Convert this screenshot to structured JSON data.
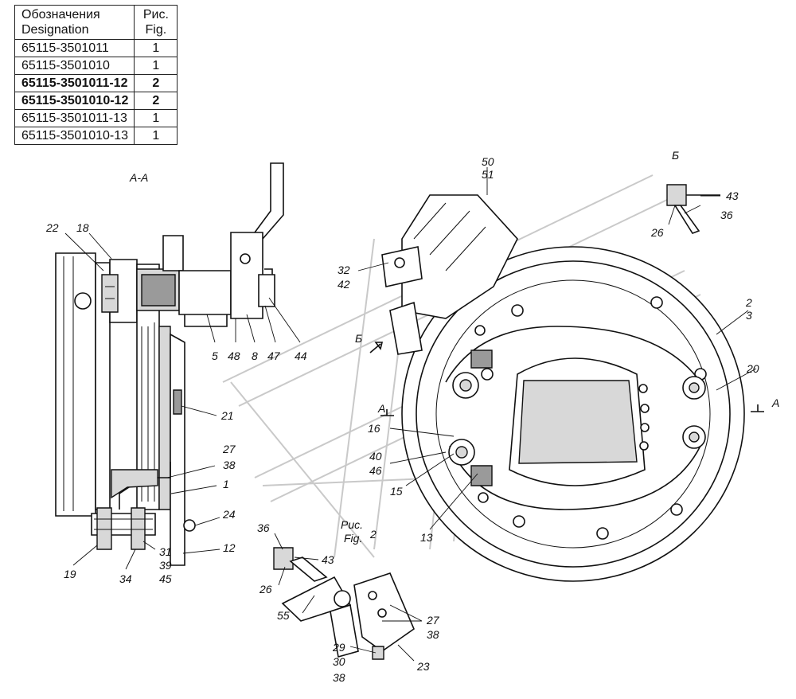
{
  "table": {
    "header": {
      "designation": "Обозначения\nDesignation",
      "fig": "Рис.\nFig."
    },
    "rows": [
      {
        "designation": "65115-3501011",
        "fig": "1",
        "bold": false
      },
      {
        "designation": "65115-3501010",
        "fig": "1",
        "bold": false
      },
      {
        "designation": "65115-3501011-12",
        "fig": "2",
        "bold": true
      },
      {
        "designation": "65115-3501010-12",
        "fig": "2",
        "bold": true
      },
      {
        "designation": "65115-3501011-13",
        "fig": "1",
        "bold": false
      },
      {
        "designation": "65115-3501010-13",
        "fig": "1",
        "bold": false
      }
    ]
  },
  "views": {
    "section_aa": "А-А",
    "view_b": "Б",
    "view_b_arrow": "Б",
    "cut_a_left": "А",
    "cut_a_right": "А",
    "fig_label_ru": "Рис.",
    "fig_label_en": "Fig.",
    "fig_number": "2"
  },
  "callouts": {
    "c22": "22",
    "c18": "18",
    "c5": "5",
    "c48": "48",
    "c8": "8",
    "c47": "47",
    "c44": "44",
    "c21": "21",
    "c27a": "27",
    "c38a": "38",
    "c1": "1",
    "c24": "24",
    "c12": "12",
    "c19": "19",
    "c34": "34",
    "c31": "31",
    "c39": "39",
    "c45": "45",
    "c50": "50",
    "c51": "51",
    "c32": "32",
    "c42": "42",
    "c2": "2",
    "c3": "3",
    "c20": "20",
    "c16": "16",
    "c40": "40",
    "c46": "46",
    "c15": "15",
    "c13": "13",
    "c43a": "43",
    "c36a": "36",
    "c26a": "26",
    "c36b": "36",
    "c43b": "43",
    "c26b": "26",
    "c55": "55",
    "c27b": "27",
    "c38b": "38",
    "c29": "29",
    "c30": "30",
    "c38c": "38",
    "c23": "23"
  }
}
